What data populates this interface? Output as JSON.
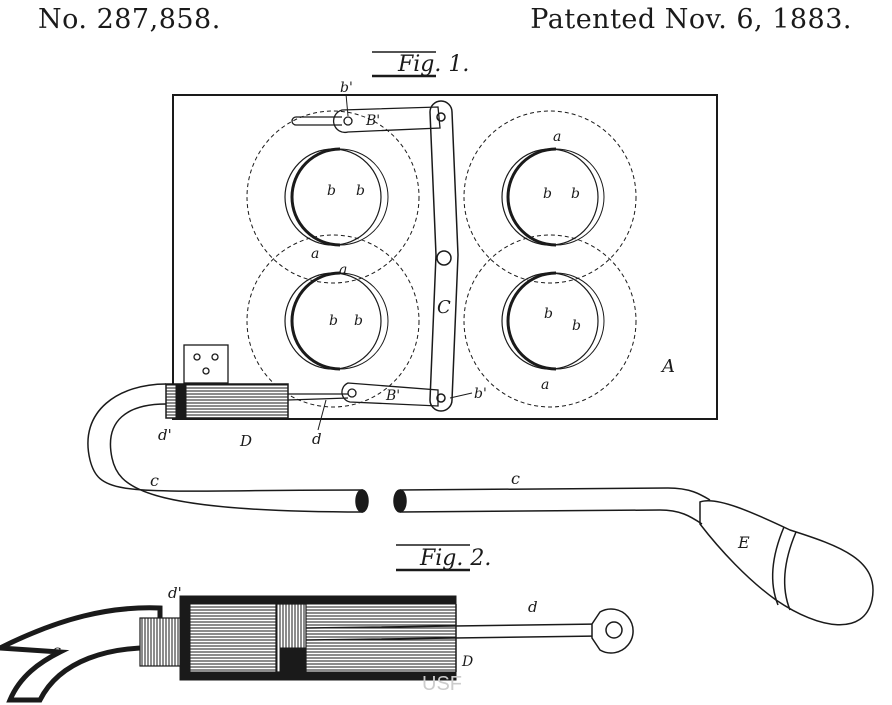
{
  "header": {
    "patent_number": "No. 287,858.",
    "patent_date": "Patented Nov. 6, 1883."
  },
  "figures": {
    "fig1": "Fig. 1.",
    "fig2": "Fig. 2."
  },
  "labels": {
    "A": "A",
    "B_prime": "B'",
    "b_prime": "b'",
    "C": "C",
    "D": "D",
    "E": "E",
    "a": "a",
    "b": "b",
    "c": "c",
    "d": "d",
    "d_prime": "d'"
  },
  "watermark": "USF"
}
